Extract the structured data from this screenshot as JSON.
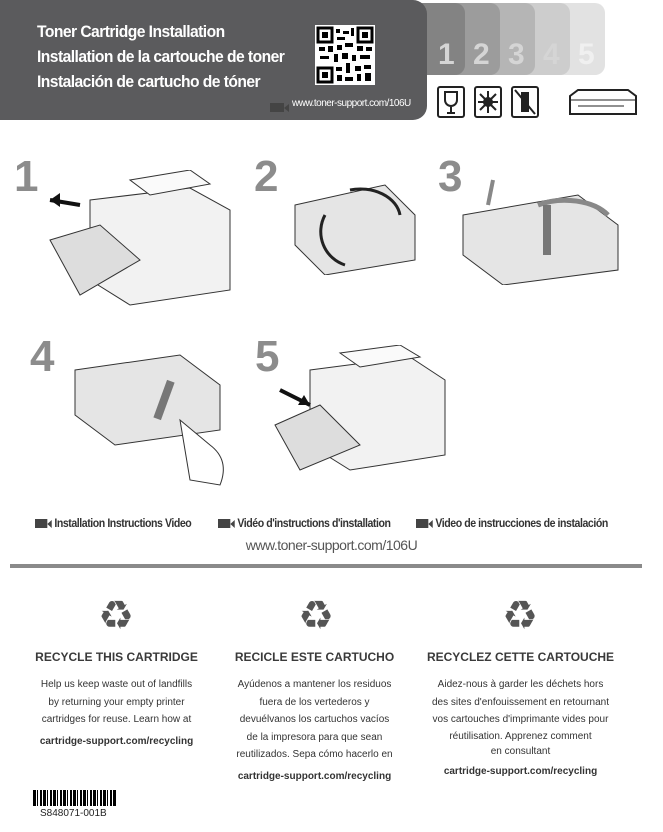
{
  "header": {
    "titles": [
      "Toner Cartridge Installation",
      "Installation de la cartouche de toner",
      "Instalación de cartucho de tóner"
    ],
    "video_url": "www.toner-support.com/106U",
    "steps": [
      "1",
      "2",
      "3",
      "4",
      "5"
    ],
    "icons": [
      "fragile-icon",
      "light-sensitive-icon",
      "no-tilt-icon",
      "cartridge-icon"
    ]
  },
  "steps": [
    "1",
    "2",
    "3",
    "4",
    "5"
  ],
  "video": {
    "labels": [
      "Installation Instructions Video",
      "Vidéo d'instructions d'installation",
      "Video de instrucciones de instalación"
    ],
    "url": "www.toner-support.com/106U"
  },
  "recycle": [
    {
      "heading": "RECYCLE THIS CARTRIDGE",
      "lines": [
        "Help us keep waste out of landfills",
        "by returning your empty printer",
        "cartridges for reuse. Learn how at"
      ],
      "link": "cartridge-support.com/recycling"
    },
    {
      "heading": "RECICLE ESTE CARTUCHO",
      "lines": [
        "Ayúdenos a mantener los residuos",
        "fuera de los vertederos y",
        "devuélvanos los cartuchos vacíos",
        "de la impresora para que sean",
        "reutilizados. Sepa cómo hacerlo en"
      ],
      "link": "cartridge-support.com/recycling"
    },
    {
      "heading": "RECYCLEZ CETTE CARTOUCHE",
      "lines": [
        "Aidez-nous à garder les déchets hors",
        "des sites d'enfouissement en retournant",
        "vos cartouches d'imprimante vides pour",
        "réutilisation. Apprenez comment",
        "en consultant"
      ],
      "link": "cartridge-support.com/recycling"
    }
  ],
  "barcode": {
    "code": "S848071-001B"
  },
  "colors": {
    "header": "#5b5b5d",
    "step_number": "#8c8c8c"
  }
}
